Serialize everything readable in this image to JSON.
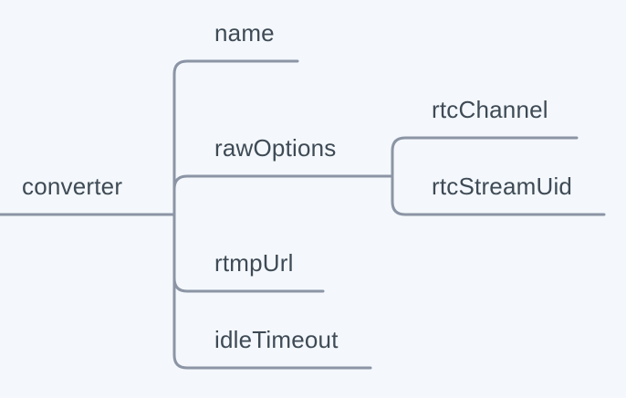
{
  "tree": {
    "root": {
      "label": "converter"
    },
    "children": [
      {
        "label": "name"
      },
      {
        "label": "rawOptions",
        "children": [
          {
            "label": "rtcChannel"
          },
          {
            "label": "rtcStreamUid"
          }
        ]
      },
      {
        "label": "rtmpUrl"
      },
      {
        "label": "idleTimeout"
      }
    ]
  },
  "colors": {
    "background": "#f4f8fc",
    "connector": "#8b95a5",
    "text": "#3e4a55"
  }
}
